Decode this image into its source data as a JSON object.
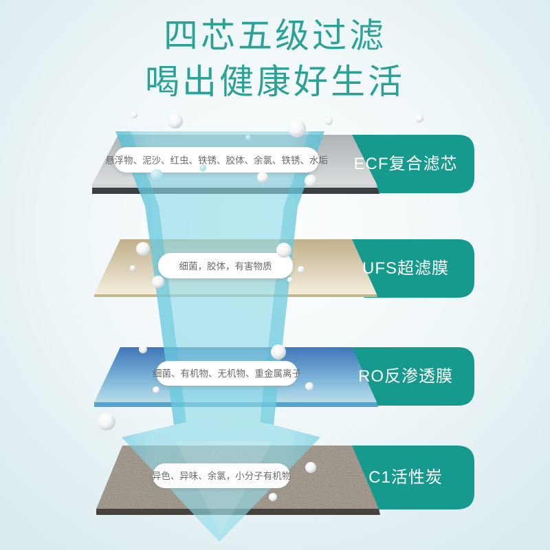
{
  "title": {
    "line1": "四芯五级过滤",
    "line2": "喝出健康好生活"
  },
  "stages": [
    {
      "contaminants": "悬浮物、泥沙、红虫、铁锈、胶体、余氯、铁锈、水垢",
      "filter": "ECF复合滤芯",
      "layer_style": "gray-slab"
    },
    {
      "contaminants": "细菌，胶体，有害物质",
      "filter": "UFS超滤膜",
      "layer_style": "beige-slab"
    },
    {
      "contaminants": "细菌、有机物、无机物、重金属离子",
      "filter": "RO反渗透膜",
      "layer_style": "blue-slab"
    },
    {
      "contaminants": "异色、异味、余氯，小分子有机物",
      "filter": "C1活性炭",
      "layer_style": "carbon-slab"
    }
  ],
  "colors": {
    "accent_teal": "#179a8e",
    "title_green": "#2ba295",
    "water_cyan": "#7fd6e6",
    "layer1_gray": "#b9bdc0",
    "layer2_beige": "#c8b690",
    "layer3_blue": "#4a86c0",
    "layer4_carbon": "#96897b",
    "background_tint": "#d7eaee"
  }
}
